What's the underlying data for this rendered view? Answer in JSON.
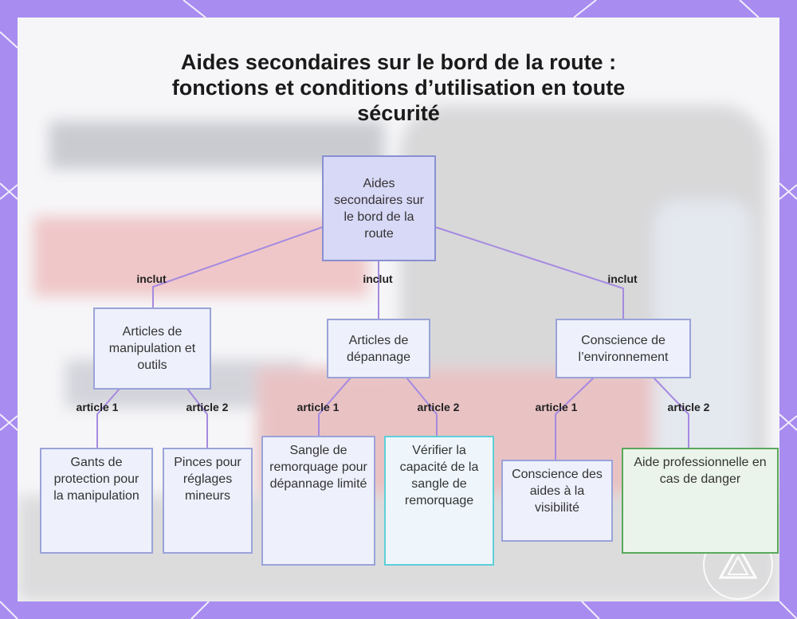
{
  "title": "Aides secondaires sur le bord de la route : fonctions et conditions d’utilisation en toute sécurité",
  "nodes": {
    "root": "Aides secondaires sur le bord de la route",
    "manip": "Articles de manipulation et outils",
    "depannage": "Articles de dépannage",
    "conscience": "Conscience de l’environnement",
    "gants": "Gants de protection pour la manipulation",
    "pinces": "Pinces pour réglages mineurs",
    "sangle": "Sangle de remorquage pour dépannage limité",
    "verifier": "Vérifier la capacité de la sangle de remorquage",
    "visibilite": "Conscience des aides à la visibilité",
    "aide_pro": "Aide professionnelle en cas de danger"
  },
  "edge_labels": {
    "inclut": "inclut",
    "article1": "article 1",
    "article2": "article 2"
  },
  "colors": {
    "frame": "#a88cf0",
    "root_fill": "#d8d8f7",
    "node_border": "#9aa3d8",
    "cyan_border": "#5ecfd8",
    "green_border": "#5aa85a",
    "edge": "#a58ae0"
  }
}
